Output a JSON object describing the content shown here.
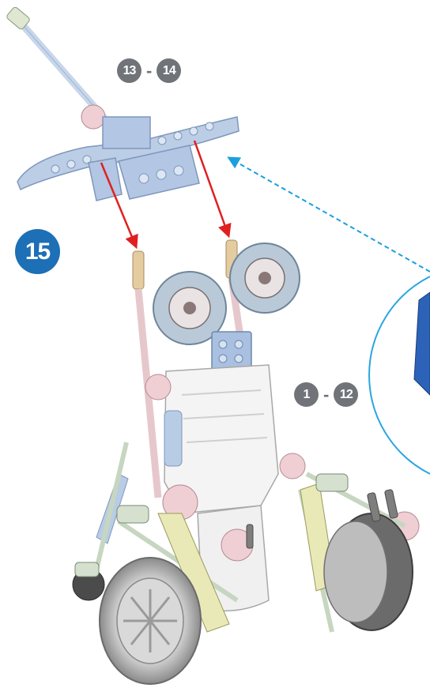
{
  "step": {
    "number": "15"
  },
  "part_ranges": [
    {
      "from": "13",
      "separator": "-",
      "to": "14"
    },
    {
      "from": "1",
      "separator": "-",
      "to": "12"
    }
  ],
  "colors": {
    "badge": "#1d6fb6",
    "range_dot": "#707478",
    "arrow_red": "#e02020",
    "arrow_blue_dashed": "#1aa0dc",
    "part_blue": "#b8cce6",
    "zoom_circle": "#29a6e0"
  }
}
